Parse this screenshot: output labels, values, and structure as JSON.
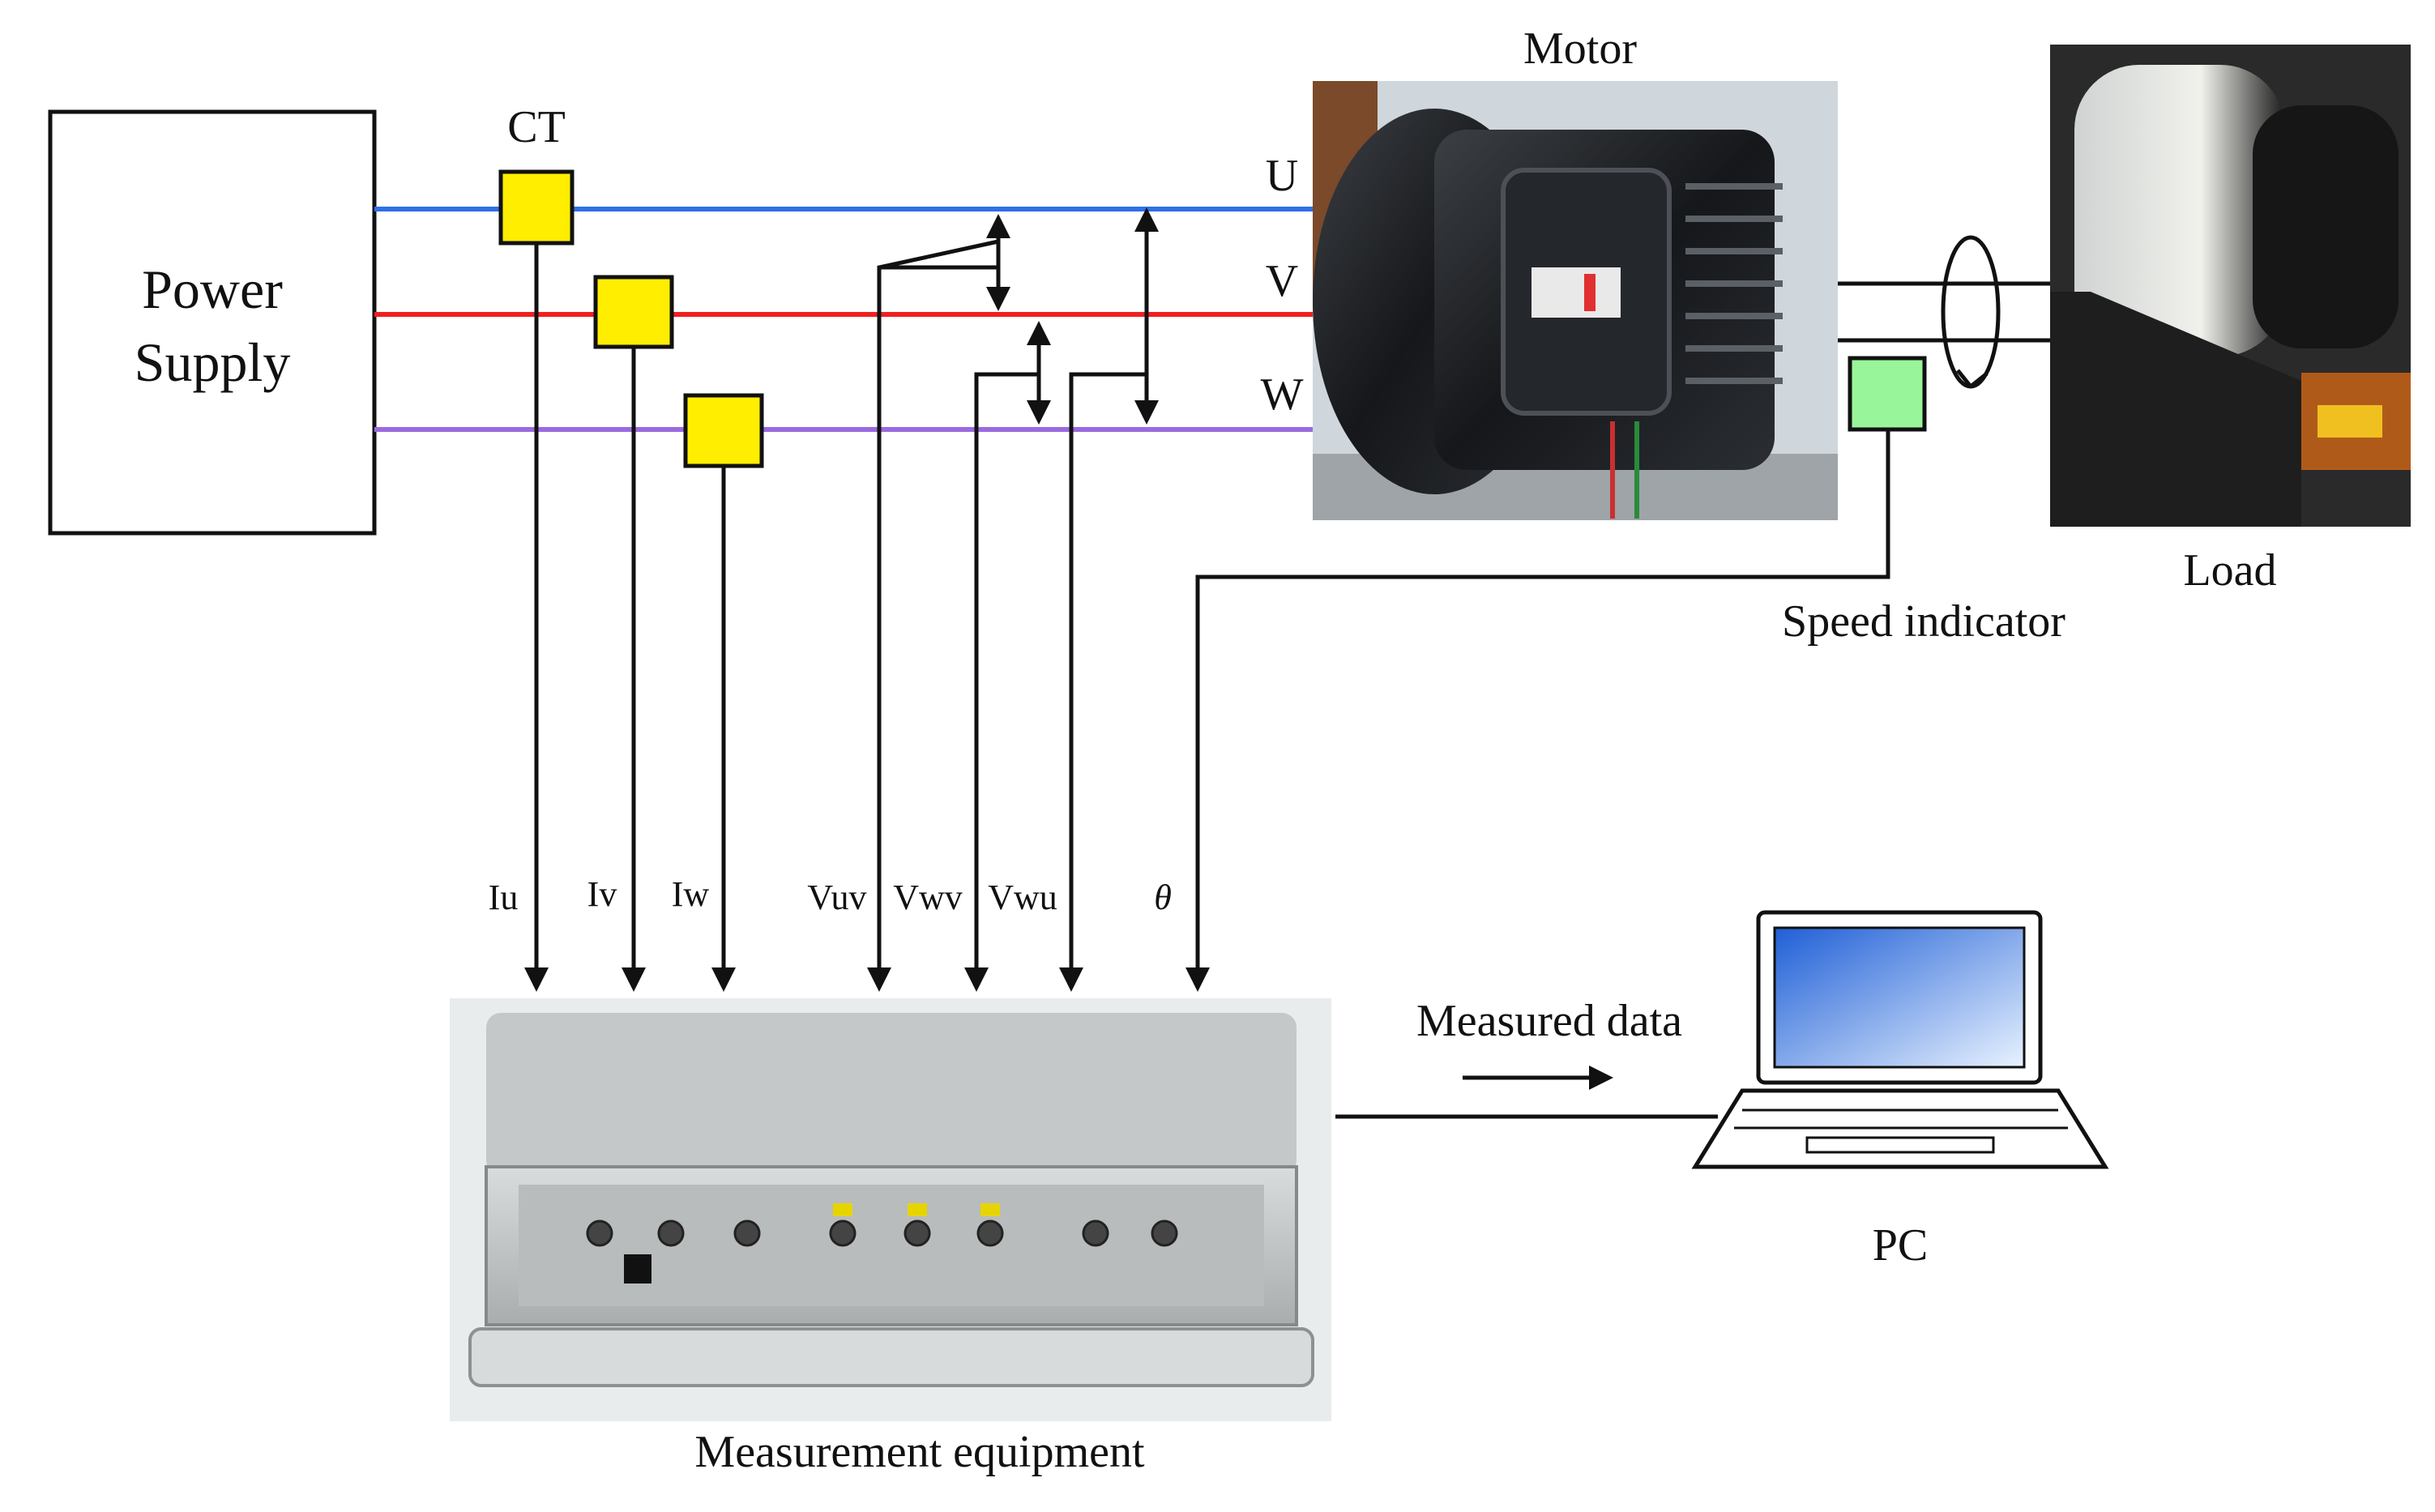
{
  "labels": {
    "power_supply_line1": "Power",
    "power_supply_line2": "Supply",
    "ct": "CT",
    "phase_u": "U",
    "phase_v": "V",
    "phase_w": "W",
    "motor": "Motor",
    "load": "Load",
    "speed_indicator": "Speed indicator",
    "measurement_equipment": "Measurement  equipment",
    "measured_data": "Measured data",
    "pc": "PC"
  },
  "signals": [
    "Iu",
    "Iv",
    "Iw",
    "Vuv",
    "Vwv",
    "Vwu",
    "θ"
  ],
  "colors": {
    "phase_u": "#2f6fe8",
    "phase_v": "#f02020",
    "phase_w": "#9a6ae0",
    "ct_box": "#ffee00",
    "speed_box": "#99f59a",
    "screen": "#2f7ae5"
  },
  "icons": {
    "rotation": "rotation-arrow-icon",
    "arrow": "arrow-right-icon"
  }
}
